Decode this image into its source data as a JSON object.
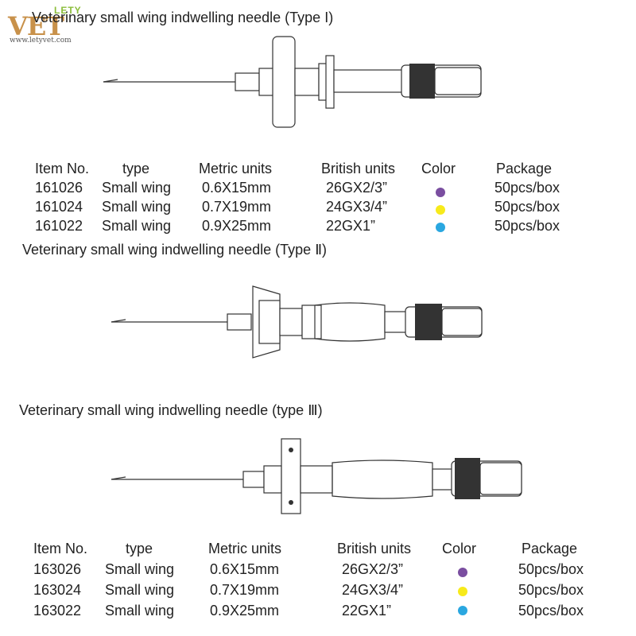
{
  "logo": {
    "brand": "VET",
    "brand_small": "LETY",
    "url": "www.letyvet.com"
  },
  "sections": [
    {
      "title": "Veterinary small wing indwelling needle (Type I)",
      "headers": [
        "Item No.",
        "type",
        "Metric units",
        "British units",
        "Color",
        "Package"
      ],
      "rows": [
        {
          "item": "161026",
          "type": "Small wing",
          "metric": "0.6X15mm",
          "british": "26GX2/3”",
          "color": "#7a4ea0",
          "package": "50pcs/box"
        },
        {
          "item": "161024",
          "type": "Small wing",
          "metric": "0.7X19mm",
          "british": "24GX3/4”",
          "color": "#f7ea1b",
          "package": "50pcs/box"
        },
        {
          "item": "161022",
          "type": "Small wing",
          "metric": "0.9X25mm",
          "british": "22GX1”",
          "color": "#2aa7e0",
          "package": "50pcs/box"
        }
      ]
    },
    {
      "title": "Veterinary small wing indwelling needle (Type Ⅱ)"
    },
    {
      "title": "Veterinary small wing indwelling needle (type Ⅲ)",
      "headers": [
        "Item No.",
        "type",
        "Metric units",
        "British units",
        "Color",
        "Package"
      ],
      "rows": [
        {
          "item": "163026",
          "type": "Small wing",
          "metric": "0.6X15mm",
          "british": "26GX2/3”",
          "color": "#7a4ea0",
          "package": "50pcs/box"
        },
        {
          "item": "163024",
          "type": "Small wing",
          "metric": "0.7X19mm",
          "british": "24GX3/4”",
          "color": "#f7ea1b",
          "package": "50pcs/box"
        },
        {
          "item": "163022",
          "type": "Small wing",
          "metric": "0.9X25mm",
          "british": "22GX1”",
          "color": "#2aa7e0",
          "package": "50pcs/box"
        }
      ]
    }
  ]
}
